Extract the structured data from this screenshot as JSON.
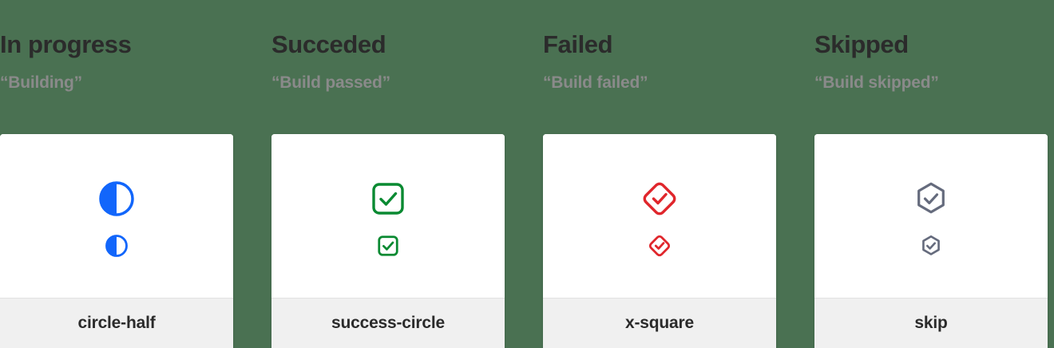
{
  "page": {
    "background_color": "#4a7152",
    "card_background": "#ffffff",
    "card_footer_background": "#f0f0f0",
    "title_color": "#2b2b2b",
    "subtitle_color": "#8a8a8a"
  },
  "columns": [
    {
      "title": "In progress",
      "subtitle": "“Building”",
      "icon_name": "circle-half-icon",
      "icon_label": "circle-half",
      "icon_color": "#1266fb"
    },
    {
      "title": "Succeded",
      "subtitle": "“Build passed”",
      "icon_name": "success-circle-icon",
      "icon_label": "success-circle",
      "icon_color": "#0a8a32"
    },
    {
      "title": "Failed",
      "subtitle": "“Build failed”",
      "icon_name": "x-square-icon",
      "icon_label": "x-square",
      "icon_color": "#e0262c"
    },
    {
      "title": "Skipped",
      "subtitle": "“Build skipped”",
      "icon_name": "skip-icon",
      "icon_label": "skip",
      "icon_color": "#656b7d"
    }
  ]
}
